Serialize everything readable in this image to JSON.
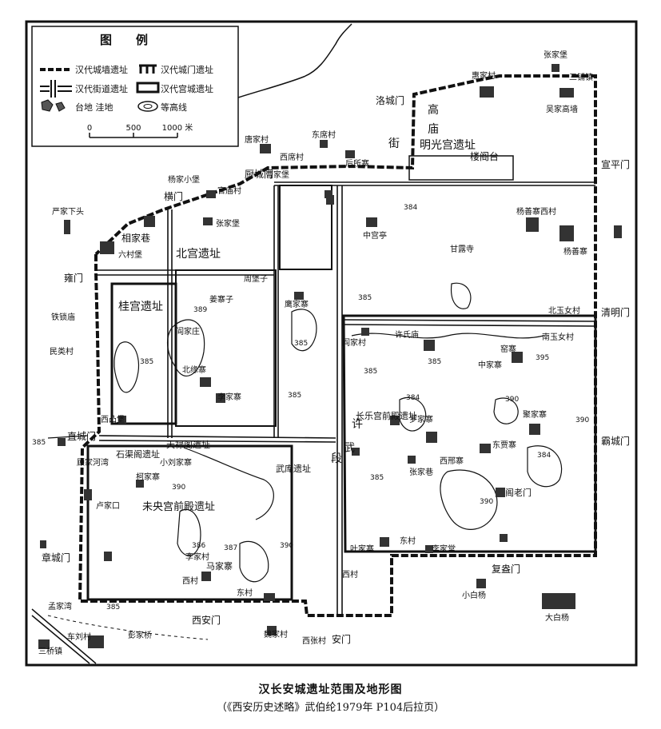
{
  "legend": {
    "title": "图　　例",
    "items": {
      "city_wall": "汉代城墙遗址",
      "gate": "汉代城门遗址",
      "street": "汉代街道遗址",
      "palace": "汉代宫城遗址",
      "terrace": "台地 洼地",
      "contour": "等高线"
    },
    "scale": {
      "t0": "0",
      "t1": "500",
      "t2": "1000 米"
    }
  },
  "gates": {
    "heng": "横门",
    "chu": "厨城门",
    "luo": "洛城门",
    "xuanping": "宣平门",
    "qingming": "清明门",
    "bacheng": "霸城门",
    "fuang": "复盎门",
    "anmen": "安门",
    "xian": "西安门",
    "zhangcheng": "章城门",
    "zhicheng": "直城门",
    "yongmen": "雍门"
  },
  "palaces": {
    "beigong": "北宫遗址",
    "guigong": "桂宫遗址",
    "minggong": "明光宫遗址",
    "changle_front": "长乐宫前殿遗址",
    "weiyang_front": "未央宫前殿遗址",
    "tianlu": "天禄阁遗址",
    "shiqu": "石渠阁遗址",
    "wuku": "武库遗址",
    "louguan": "楼阁台",
    "gao": "高",
    "miao": "庙"
  },
  "roads": {
    "jie": "街",
    "xu": "许",
    "wu": "武",
    "duan": "段"
  },
  "villages": {
    "zhangjiabao": "张家堡",
    "hujiamiao": "惠家村",
    "sanjiawan": "三铺镇",
    "wujiagao": "吴家高墙",
    "tangjiacun": "唐家村",
    "dongjiacun": "东席村",
    "xiqicun": "西席村",
    "houjiazhai": "后所寨",
    "caojiabao": "曹家堡",
    "yangjia_xiaobu": "杨家小堡",
    "guanmiaocun": "官庙村",
    "yanjiaxia": "严家下头",
    "xiangjiaxiang": "相家巷",
    "liucunbao": "六村堡",
    "zhangjiabao2": "张家堡",
    "zhonggongting": "中宫亭",
    "yangshancun": "杨善寨西村",
    "yangshanzhai": "杨善寨",
    "ganyingsi": "甘露寺",
    "beishuicun": "北玉女村",
    "zhoujiazi": "周堡子",
    "jiangjiazhai": "姜寨子",
    "yingjiazhai": "鹰家寨",
    "yanjiazhu": "阎家庄",
    "beiyuanzhai": "北缘寨",
    "lijiazhai": "李家寨",
    "tiezhenmiao": "铁锁庙",
    "minlei": "民类村",
    "fujiawancun": "阎家村",
    "xishan": "西凸堡",
    "nanxingcun": "南玉女村",
    "kuojiazhai": "窑寨",
    "zhongjiazhai": "中家寨",
    "xushizhai": "许氏庙",
    "luojiazhai": "罗家寨",
    "xijiazhai": "西邢寨",
    "dongjiazhai": "东贾寨",
    "jijiazhai": "聚家寨",
    "zhangjiaxiang": "张家巷",
    "gelaomen": "阁老门",
    "yejiazhai": "叶家寨",
    "dongcun": "东村",
    "lijiadong": "李家堂",
    "xicun": "西村",
    "xiaobaiyang": "小白杨",
    "dabaiyang": "大白杨",
    "shijiahe": "顾家河湾",
    "lujiakou": "卢家口",
    "kejiazhai": "柯家寨",
    "xiaoliujiazhai": "小刘家寨",
    "mapozhai": "马家寨",
    "xicun2": "西村",
    "dongcun2": "东村",
    "lijiacun": "李家村",
    "sanqiao": "三桥镇",
    "chejiacun": "车刘村",
    "xiaojiacun": "魏家村",
    "xizhangcun": "西张村",
    "mengjiawan": "孟家湾",
    "pengjia": "彭家桥"
  },
  "elevations": [
    "384",
    "385",
    "385",
    "385",
    "385",
    "384",
    "390",
    "385",
    "390",
    "384",
    "385",
    "390",
    "386",
    "390",
    "385",
    "387",
    "385",
    "390",
    "385",
    "395",
    "389"
  ],
  "captions": {
    "title": "汉长安城遗址范围及地形图",
    "source": "（《西安历史述略》武伯纶1979年 P104后拉页）"
  }
}
